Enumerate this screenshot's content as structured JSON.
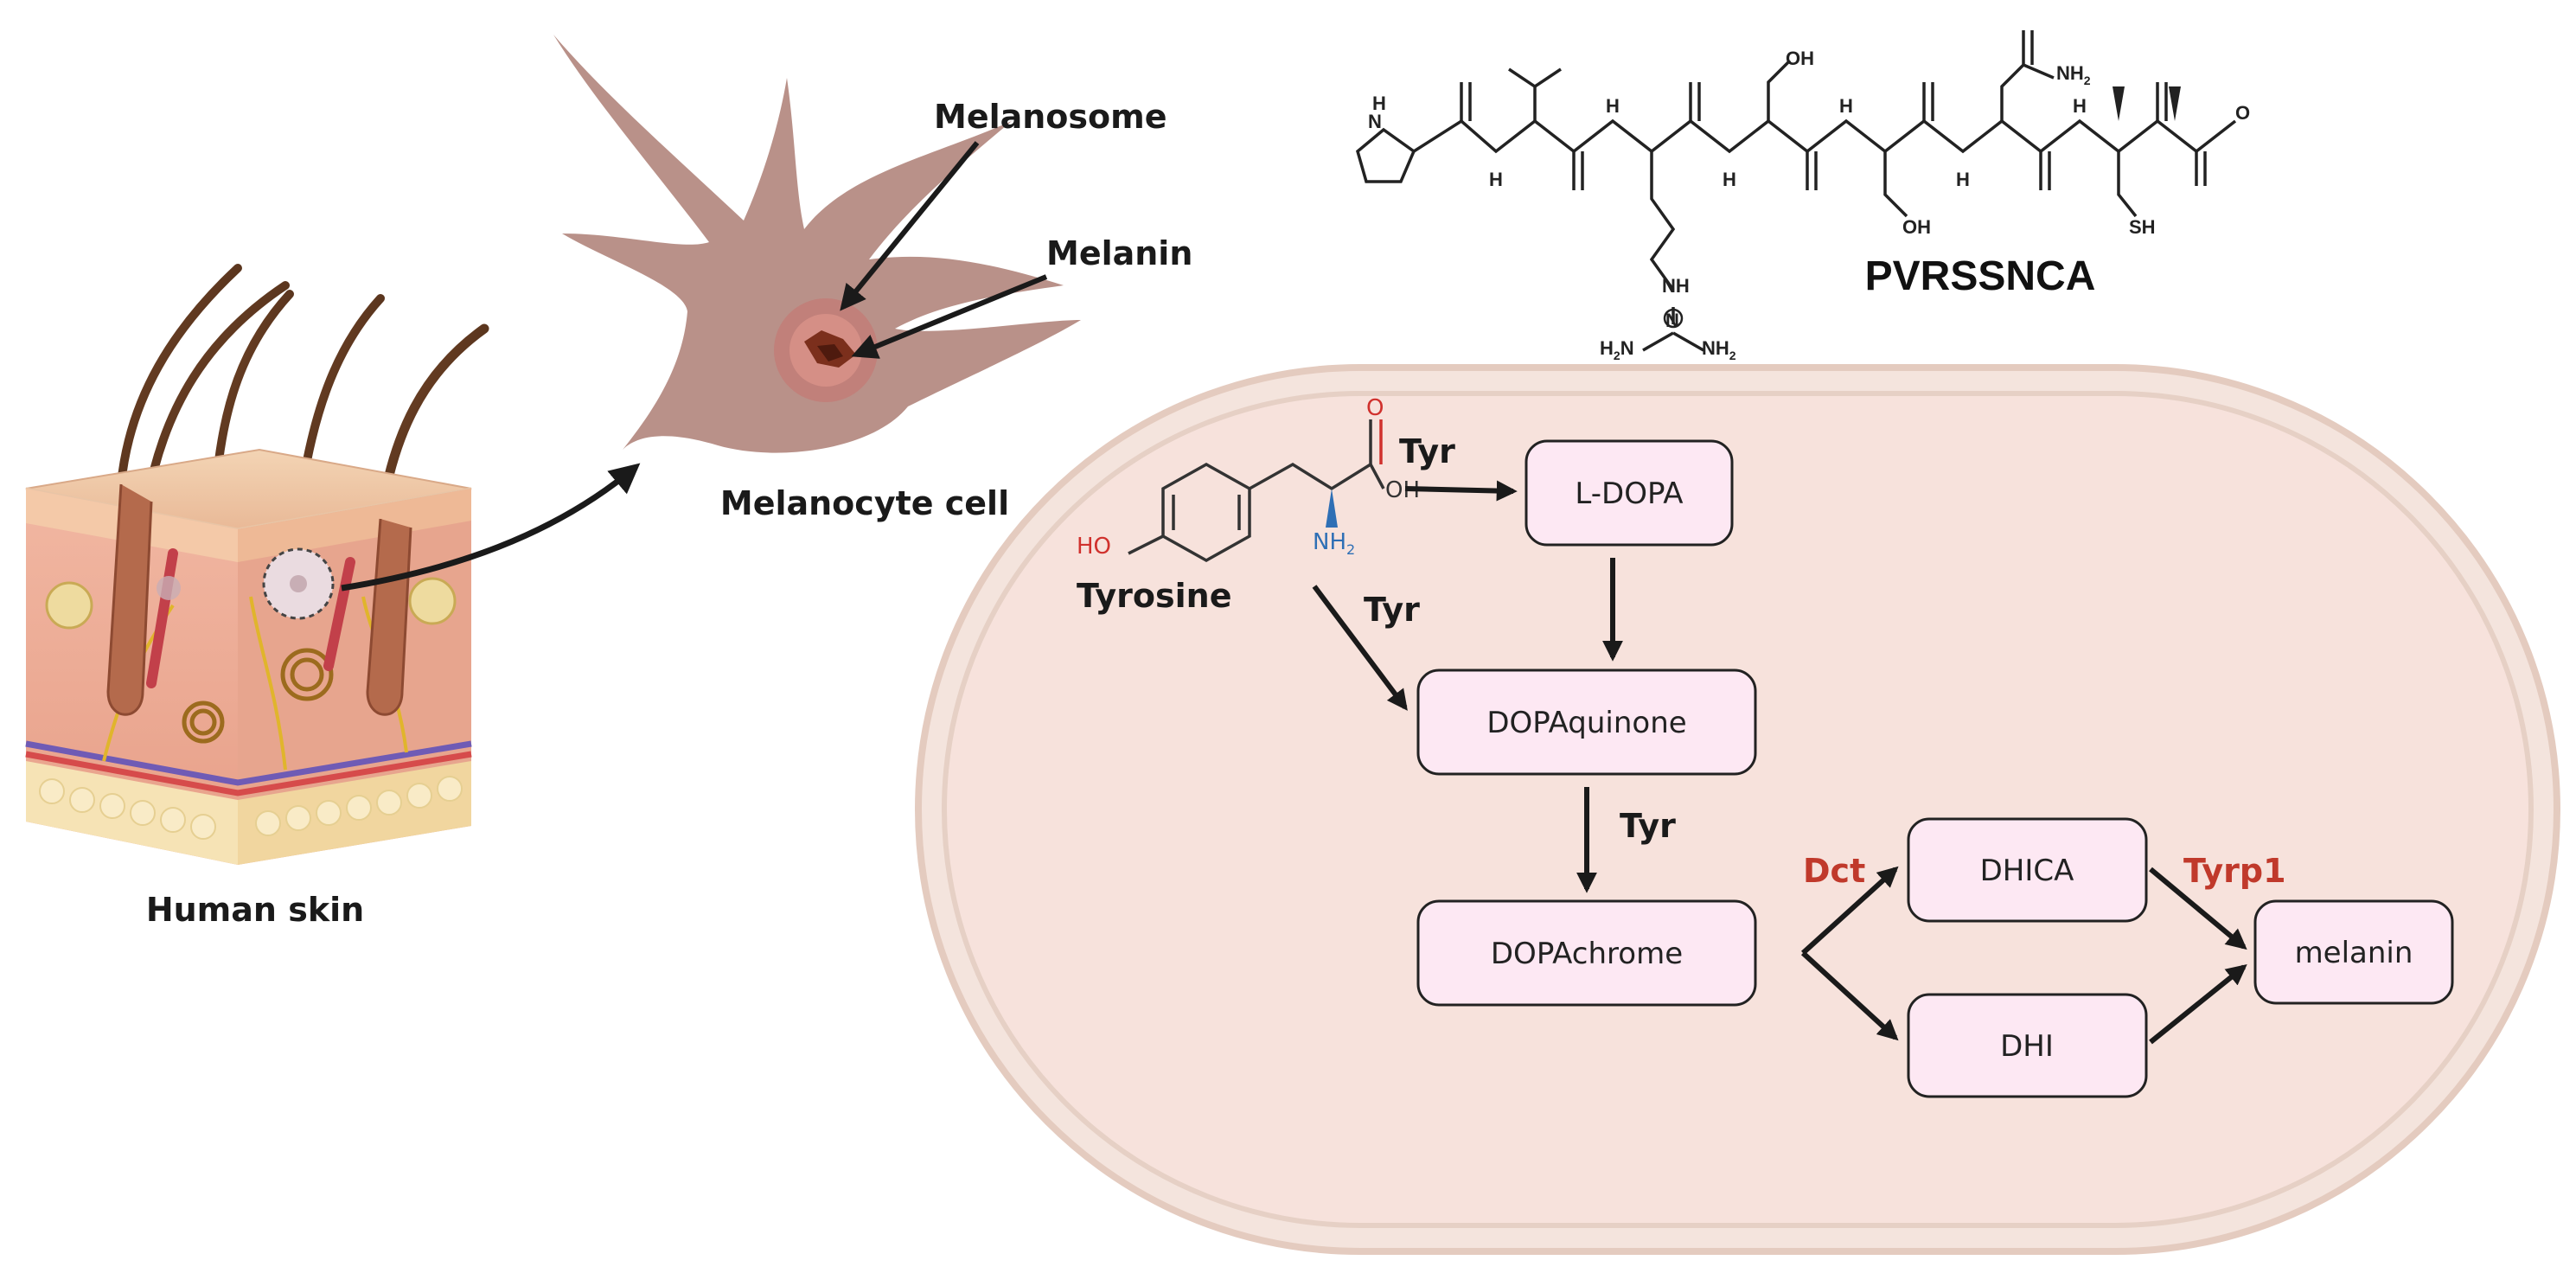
{
  "labels": {
    "melanosome": "Melanosome",
    "melanin_granule": "Melanin",
    "melanocyte": "Melanocyte cell",
    "human_skin": "Human skin",
    "peptide": "PVRSSNCA",
    "tyrosine": "Tyrosine"
  },
  "tyrosine_atoms": {
    "oh_acid": "OH",
    "o": "O",
    "ho": "HO",
    "nh2": "NH",
    "nh2_sub": "2"
  },
  "peptide_atoms": {
    "n_plus": "N",
    "h": "H",
    "oh": "OH",
    "nh2": "NH",
    "nh2_sub": "2",
    "o_minus": "O",
    "sh": "SH",
    "h2n": "H",
    "h2n_sub": "2",
    "h2n_n": "N",
    "nh": "NH"
  },
  "pathway": {
    "nodes": {
      "ldopa": "L-DOPA",
      "dopaquinone": "DOPAquinone",
      "dopachrome": "DOPAchrome",
      "dhica": "DHICA",
      "dhi": "DHI",
      "melanin": "melanin"
    },
    "enzymes": {
      "tyr_1": "Tyr",
      "tyr_2": "Tyr",
      "tyr_3": "Tyr",
      "dct": "Dct",
      "tyrp1": "Tyrp1"
    }
  },
  "colors": {
    "cell_fill": "#f7e2dc",
    "cell_border": "#e4cbbf",
    "node_fill": "#fde8f3",
    "enzyme_red": "#c0392b",
    "melanocyte": "#b99189",
    "nh2_blue": "#2e6fb5",
    "oxygen_red": "#d0312d"
  }
}
